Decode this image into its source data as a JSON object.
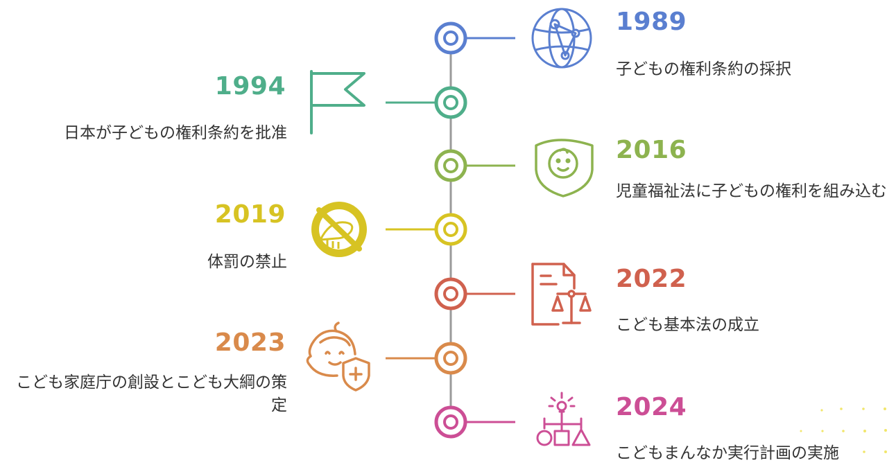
{
  "events": [
    {
      "year": "1989",
      "text": "子どもの権利条約の採択",
      "color": "#5a7fd0",
      "icon": "globe-network-icon",
      "side": "right"
    },
    {
      "year": "1994",
      "text": "日本が子どもの権利条約を批准",
      "color": "#4fae8a",
      "icon": "flag-icon",
      "side": "left"
    },
    {
      "year": "2016",
      "text": "児童福祉法に子どもの権利を組み込む",
      "color": "#8db34f",
      "icon": "child-shield-icon",
      "side": "right"
    },
    {
      "year": "2019",
      "text": "体罰の禁止",
      "color": "#d7c323",
      "icon": "no-hitting-icon",
      "side": "left"
    },
    {
      "year": "2022",
      "text": "こども基本法の成立",
      "color": "#d0614e",
      "icon": "legal-document-icon",
      "side": "right"
    },
    {
      "year": "2023",
      "text": "こども家庭庁の創設とこども大綱の策定",
      "color": "#d98a4b",
      "icon": "baby-shield-icon",
      "side": "left"
    },
    {
      "year": "2024",
      "text": "こどもまんなか実行計画の実施",
      "color": "#cc4e95",
      "icon": "idea-hierarchy-icon",
      "side": "right"
    }
  ],
  "colors": {
    "spine": "#9a9a9a",
    "description_text": "#333333",
    "decor_dots": "#f1e66b"
  }
}
